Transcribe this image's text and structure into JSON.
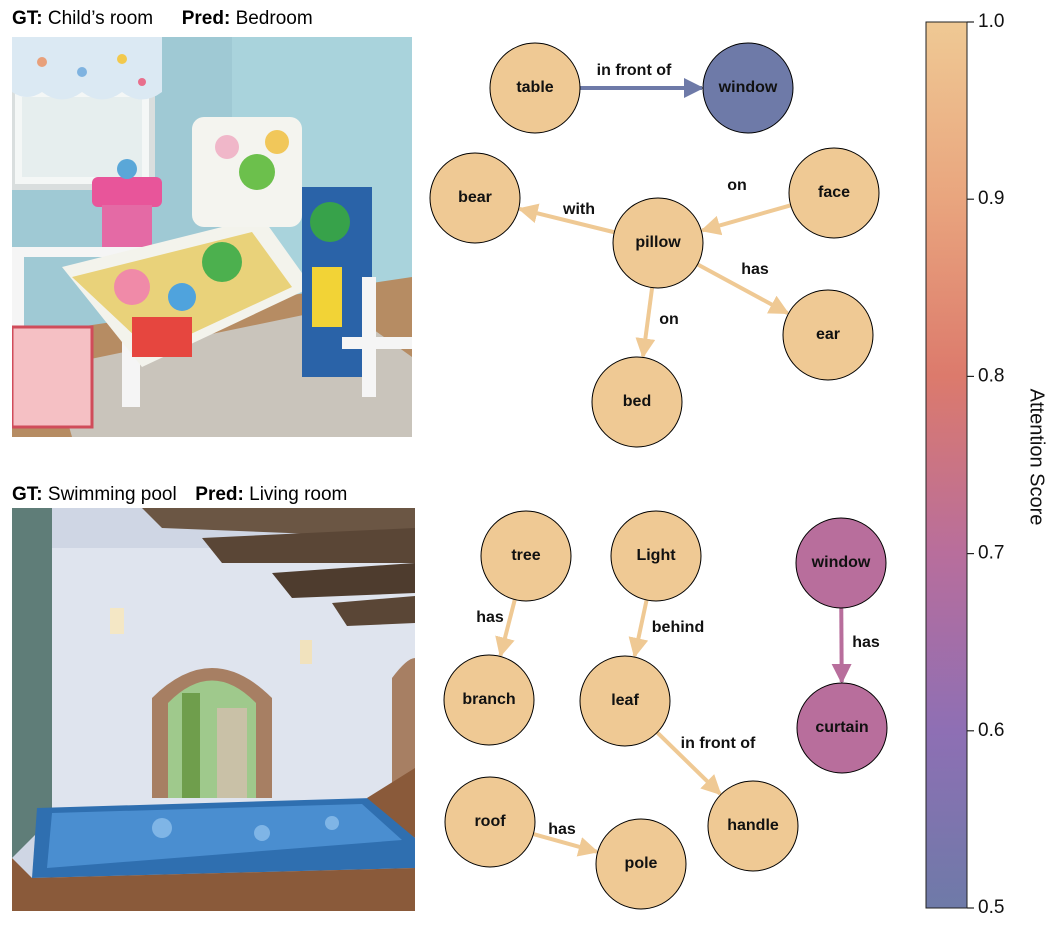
{
  "panels": [
    {
      "gt_prefix": "GT:",
      "gt_label": "Child’s room",
      "pred_prefix": "Pred:",
      "pred_label": "Bedroom"
    },
    {
      "gt_prefix": "GT:",
      "gt_label": "Swimming pool",
      "pred_prefix": "Pred:",
      "pred_label": "Living room"
    }
  ],
  "graph1": {
    "nodes": [
      {
        "id": "table",
        "label": "table",
        "score": 1.0
      },
      {
        "id": "window",
        "label": "window",
        "score": 0.5
      },
      {
        "id": "bear",
        "label": "bear",
        "score": 1.0
      },
      {
        "id": "face",
        "label": "face",
        "score": 1.0
      },
      {
        "id": "pillow",
        "label": "pillow",
        "score": 1.0
      },
      {
        "id": "ear",
        "label": "ear",
        "score": 1.0
      },
      {
        "id": "bed",
        "label": "bed",
        "score": 1.0
      }
    ],
    "edges": [
      {
        "from": "table",
        "to": "window",
        "label": "in front of",
        "score": 0.5
      },
      {
        "from": "pillow",
        "to": "bear",
        "label": "with",
        "score": 1.0
      },
      {
        "from": "face",
        "to": "pillow",
        "label": "on",
        "score": 1.0
      },
      {
        "from": "pillow",
        "to": "ear",
        "label": "has",
        "score": 1.0
      },
      {
        "from": "pillow",
        "to": "bed",
        "label": "on",
        "score": 1.0
      }
    ]
  },
  "graph2": {
    "nodes": [
      {
        "id": "tree",
        "label": "tree",
        "score": 1.0
      },
      {
        "id": "light",
        "label": "Light",
        "score": 1.0
      },
      {
        "id": "window2",
        "label": "window",
        "score": 0.7
      },
      {
        "id": "branch",
        "label": "branch",
        "score": 1.0
      },
      {
        "id": "leaf",
        "label": "leaf",
        "score": 1.0
      },
      {
        "id": "curtain",
        "label": "curtain",
        "score": 0.7
      },
      {
        "id": "roof",
        "label": "roof",
        "score": 1.0
      },
      {
        "id": "handle",
        "label": "handle",
        "score": 1.0
      },
      {
        "id": "pole",
        "label": "pole",
        "score": 1.0
      }
    ],
    "edges": [
      {
        "from": "tree",
        "to": "branch",
        "label": "has",
        "score": 1.0
      },
      {
        "from": "light",
        "to": "leaf",
        "label": "behind",
        "score": 1.0
      },
      {
        "from": "window2",
        "to": "curtain",
        "label": "has",
        "score": 0.7
      },
      {
        "from": "leaf",
        "to": "handle",
        "label": "in front of",
        "score": 1.0
      },
      {
        "from": "roof",
        "to": "pole",
        "label": "has",
        "score": 1.0
      }
    ]
  },
  "colorbar": {
    "title": "Attention Score",
    "min": 0.5,
    "max": 1.0,
    "ticks": [
      "0.5",
      "0.6",
      "0.7",
      "0.8",
      "0.9",
      "1.0"
    ],
    "tick_values": [
      0.5,
      0.6,
      0.7,
      0.8,
      0.9,
      1.0
    ],
    "colormap": [
      "#6e7aa8",
      "#8e6fb4",
      "#b86e9c",
      "#dc7a6c",
      "#e9a57e",
      "#efc994"
    ]
  },
  "colors": {
    "high_score": "#efc98d",
    "low_score": "#6e78a8",
    "mid_score": "#9a5fa6",
    "node_stroke": "#000000"
  }
}
